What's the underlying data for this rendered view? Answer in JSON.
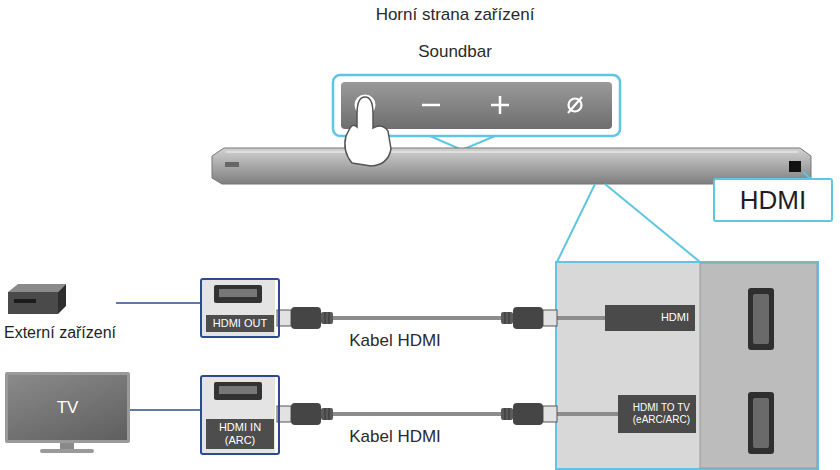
{
  "diagram": {
    "nodes": [
      {
        "text": [
          "HDMI"
        ]
      },
      {
        "text": [
          "Externí zařízení"
        ]
      },
      {
        "text": [
          "HDMI OUT"
        ]
      },
      {
        "text": [
          "HDMI"
        ]
      },
      {
        "text": [
          "TV"
        ]
      },
      {
        "text": [
          "HDMI IN (ARC)"
        ]
      },
      {
        "text": [
          "HDMI TO TV (eARC/ARC)"
        ]
      }
    ],
    "edges": [
      {
        "from": 1,
        "to": 2,
        "arrow": "none"
      },
      {
        "from": 2,
        "to": 3,
        "label": "Kabel HDMI",
        "arrow": "none"
      },
      {
        "from": 4,
        "to": 5,
        "arrow": "none"
      },
      {
        "from": 5,
        "to": 6,
        "label": "Kabel HDMI",
        "arrow": "none"
      }
    ],
    "labels": [
      "Horní strana zařízení",
      "Soundbar"
    ]
  }
}
